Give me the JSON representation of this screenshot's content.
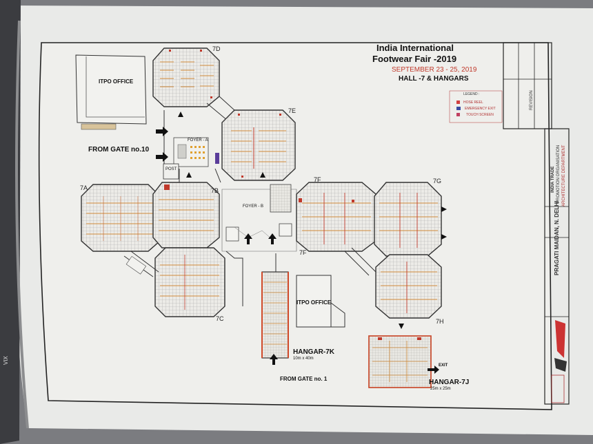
{
  "title": {
    "line1": "India International",
    "line2": "Footwear Fair -2019",
    "dates": "SEPTEMBER 23 - 25, 2019",
    "sub": "HALL -7 & HANGARS"
  },
  "legend": {
    "heading": "LEGEND :",
    "items": [
      "HOSE REEL",
      "EMERGENCY EXIT",
      "TOUCH SCREEN"
    ],
    "colors": [
      "#d04040",
      "#3a4aa0",
      "#c04060"
    ]
  },
  "offices": [
    "ITPO OFFICE",
    "ITPO OFFICE"
  ],
  "gates": [
    "FROM GATE no.10",
    "FROM GATE no. 1"
  ],
  "halls": {
    "h7a": "7A",
    "h7b": "7B",
    "h7c": "7C",
    "h7d": "7D",
    "h7e": "7E",
    "h7f": "7F",
    "h7f2": "7F",
    "h7g": "7G",
    "h7h": "7H"
  },
  "foyers": [
    "FOYER - A",
    "FOYER - B"
  ],
  "post": "POST",
  "hangar7k": {
    "name": "HANGAR-7K",
    "size": "10m x 40m"
  },
  "hangar7j": {
    "name": "HANGAR-7J",
    "size": "25m x 25m"
  },
  "exit": "EXIT",
  "sidebar": {
    "revision": "REVISION",
    "org1": "INDIA TRADE",
    "org2": "PROMOTION ORGANISATION",
    "dept": "ARCHITECTURE DEPARTMENT",
    "place": "PRAGATI MAIDAN, N. DELHI"
  },
  "page_mark": "VIX"
}
